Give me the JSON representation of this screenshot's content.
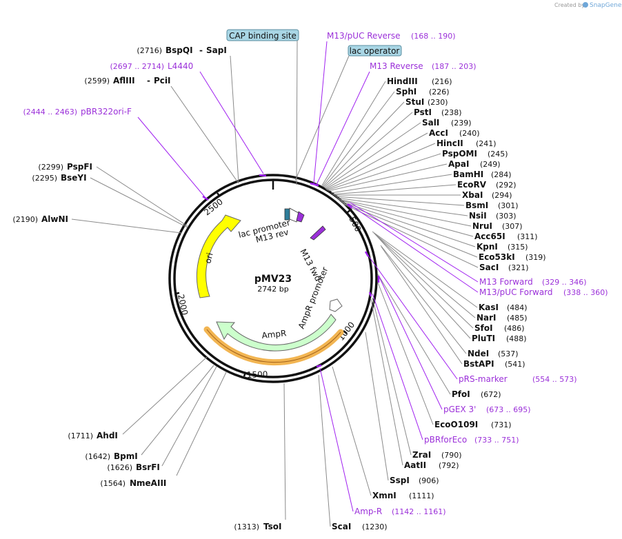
{
  "watermark": {
    "prefix": "Created by",
    "brand": "SnapGene"
  },
  "plasmid": {
    "name": "pMV23",
    "size_label": "2742 bp",
    "length": 2742
  },
  "scale_ticks": [
    "500",
    "1000",
    "1500",
    "2000",
    "2500"
  ],
  "features": [
    {
      "label": "ori"
    },
    {
      "label": "lac promoter"
    },
    {
      "label": "M13 rev"
    },
    {
      "label": "M13 fwd"
    },
    {
      "label": "AmpR promoter"
    },
    {
      "label": "AmpR"
    },
    {
      "label": "CAP binding site",
      "boxed": true
    },
    {
      "label": "lac operator",
      "boxed": true
    }
  ],
  "enzymes": [
    {
      "name": "BspQI",
      "name2": "SapI",
      "pos": "(2716)"
    },
    {
      "name": "AflIII",
      "name2": "PciI",
      "pos": "(2599)"
    },
    {
      "name": "PspFI",
      "pos": "(2299)"
    },
    {
      "name": "BseYI",
      "pos": "(2295)"
    },
    {
      "name": "AlwNI",
      "pos": "(2190)"
    },
    {
      "name": "AhdI",
      "pos": "(1711)"
    },
    {
      "name": "BpmI",
      "pos": "(1642)"
    },
    {
      "name": "BsrFI",
      "pos": "(1626)"
    },
    {
      "name": "NmeAIII",
      "pos": "(1564)"
    },
    {
      "name": "TsoI",
      "pos": "(1313)"
    },
    {
      "name": "HindIII",
      "pos": "(216)"
    },
    {
      "name": "SphI",
      "pos": "(226)"
    },
    {
      "name": "StuI",
      "pos": "(230)"
    },
    {
      "name": "PstI",
      "pos": "(238)"
    },
    {
      "name": "SalI",
      "pos": "(239)"
    },
    {
      "name": "AccI",
      "pos": "(240)"
    },
    {
      "name": "HincII",
      "pos": "(241)"
    },
    {
      "name": "PspOMI",
      "pos": "(245)"
    },
    {
      "name": "ApaI",
      "pos": "(249)"
    },
    {
      "name": "BamHI",
      "pos": "(284)"
    },
    {
      "name": "EcoRV",
      "pos": "(292)"
    },
    {
      "name": "XbaI",
      "pos": "(294)"
    },
    {
      "name": "BsmI",
      "pos": "(301)"
    },
    {
      "name": "NsiI",
      "pos": "(303)"
    },
    {
      "name": "NruI",
      "pos": "(307)"
    },
    {
      "name": "Acc65I",
      "pos": "(311)"
    },
    {
      "name": "KpnI",
      "pos": "(315)"
    },
    {
      "name": "Eco53kI",
      "pos": "(319)"
    },
    {
      "name": "SacI",
      "pos": "(321)"
    },
    {
      "name": "KasI",
      "pos": "(484)"
    },
    {
      "name": "NarI",
      "pos": "(485)"
    },
    {
      "name": "SfoI",
      "pos": "(486)"
    },
    {
      "name": "PluTI",
      "pos": "(488)"
    },
    {
      "name": "NdeI",
      "pos": "(537)"
    },
    {
      "name": "BstAPI",
      "pos": "(541)"
    },
    {
      "name": "PfoI",
      "pos": "(672)"
    },
    {
      "name": "EcoO109I",
      "pos": "(731)"
    },
    {
      "name": "ZraI",
      "pos": "(790)"
    },
    {
      "name": "AatII",
      "pos": "(792)"
    },
    {
      "name": "SspI",
      "pos": "(906)"
    },
    {
      "name": "XmnI",
      "pos": "(1111)"
    },
    {
      "name": "ScaI",
      "pos": "(1230)"
    }
  ],
  "primers": [
    {
      "name": "M13/pUC Reverse",
      "range": "(168 .. 190)"
    },
    {
      "name": "M13 Reverse",
      "range": "(187 .. 203)"
    },
    {
      "name": "L4440",
      "range": "(2697 .. 2714)"
    },
    {
      "name": "pBR322ori-F",
      "range": "(2444 .. 2463)"
    },
    {
      "name": "M13 Forward",
      "range": "(329 .. 346)"
    },
    {
      "name": "M13/pUC Forward",
      "range": "(338 .. 360)"
    },
    {
      "name": "pRS-marker",
      "range": "(554 .. 573)"
    },
    {
      "name": "pGEX 3'",
      "range": "(673 .. 695)"
    },
    {
      "name": "pBRforEco",
      "range": "(733 .. 751)"
    },
    {
      "name": "Amp-R",
      "range": "(1142 .. 1161)"
    }
  ],
  "colors": {
    "ori": "#ffff00",
    "ampr": "#ccffcc",
    "ampr_highlight": "#f2b552",
    "lac_promoter": "#2e7d9a",
    "primer": "#a020f0",
    "cap_box": "#a9d6e5",
    "backbone": "#000000"
  }
}
